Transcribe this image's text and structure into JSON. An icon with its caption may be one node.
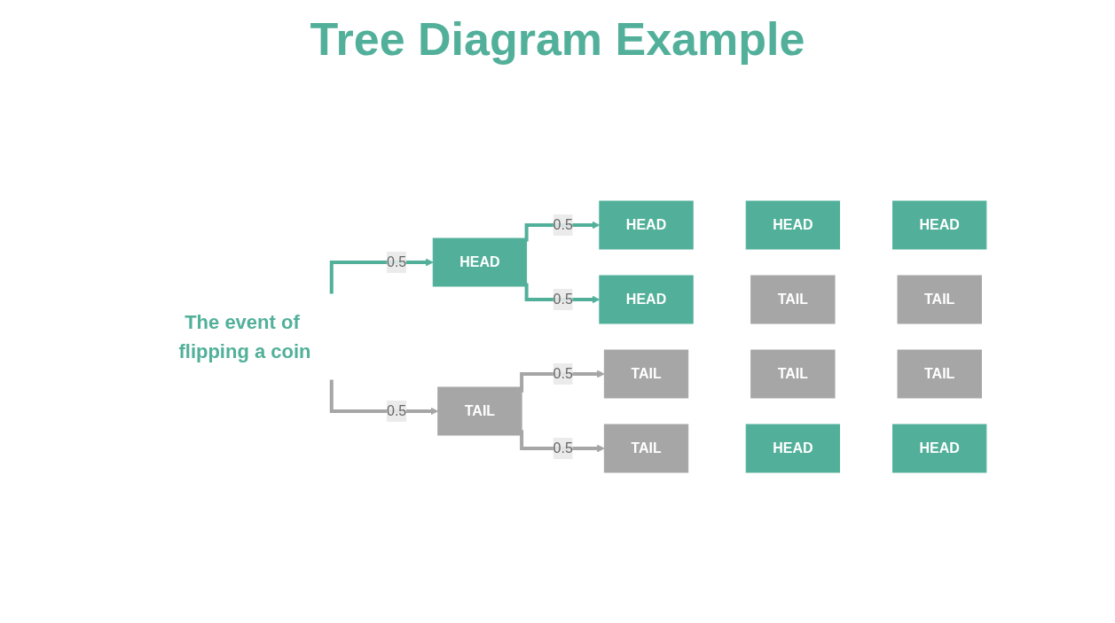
{
  "diagram": {
    "title": "Tree Diagram Example",
    "nodes": [
      {
        "text": [
          "The event of flipping a coin"
        ]
      },
      {
        "text": [
          "HEAD"
        ]
      },
      {
        "text": [
          "TAIL"
        ]
      },
      {
        "text": [
          "HEAD"
        ]
      },
      {
        "text": [
          "HEAD"
        ]
      },
      {
        "text": [
          "HEAD"
        ]
      },
      {
        "text": [
          "HEAD"
        ]
      },
      {
        "text": [
          "TAIL"
        ]
      },
      {
        "text": [
          "TAIL"
        ]
      },
      {
        "text": [
          "TAIL"
        ]
      },
      {
        "text": [
          "TAIL"
        ]
      },
      {
        "text": [
          "TAIL"
        ]
      },
      {
        "text": [
          "TAIL"
        ]
      },
      {
        "text": [
          "HEAD"
        ]
      },
      {
        "text": [
          "HEAD"
        ]
      }
    ],
    "edges": [
      {
        "from": 0,
        "to": 1,
        "arrow": "to",
        "label": "0.5",
        "color": "#52b09a"
      },
      {
        "from": 0,
        "to": 2,
        "arrow": "to",
        "label": "0.5"
      },
      {
        "from": 1,
        "to": 3,
        "arrow": "to",
        "label": "0.5",
        "color": "#52b09a"
      },
      {
        "from": 1,
        "to": 6,
        "arrow": "to",
        "label": "0.5",
        "color": "#52b09a"
      },
      {
        "from": 2,
        "to": 9,
        "arrow": "to",
        "label": "0.5"
      },
      {
        "from": 2,
        "to": 12,
        "arrow": "to",
        "label": "0.5"
      }
    ]
  }
}
